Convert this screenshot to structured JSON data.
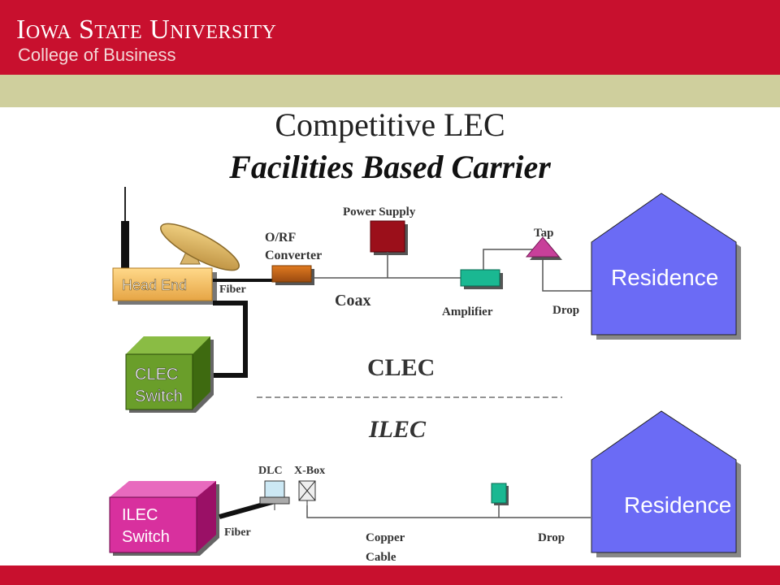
{
  "header": {
    "university": "Iowa State University",
    "college": "College of Business"
  },
  "slide": {
    "title": "Competitive LEC",
    "subtitle": "Facilities Based Carrier"
  },
  "diagram": {
    "head_end": "Head End",
    "fiber_top": "Fiber",
    "converter": [
      "O/RF",
      "Converter"
    ],
    "power_supply": "Power Supply",
    "coax": "Coax",
    "amplifier": "Amplifier",
    "tap": "Tap",
    "drop_top": "Drop",
    "residence_top": "Residence",
    "clec_switch": [
      "CLEC",
      "Switch"
    ],
    "clec_label": "CLEC",
    "ilec_label": "ILEC",
    "dlc": "DLC",
    "xbox": "X-Box",
    "ilec_switch": [
      "ILEC",
      "Switch"
    ],
    "fiber_bottom": "Fiber",
    "copper_cable": [
      "Copper",
      "Cable"
    ],
    "drop_bottom": "Drop",
    "residence_bottom": "Residence"
  },
  "colors": {
    "header_red": "#c8102e",
    "strip_tan": "#cfcf9d",
    "residence_blue": "#6b6bf5",
    "clec_green": "#6a9e2a",
    "ilec_magenta": "#d8309e",
    "head_end_orange": "#f5c06a",
    "teal": "#1ab892"
  }
}
